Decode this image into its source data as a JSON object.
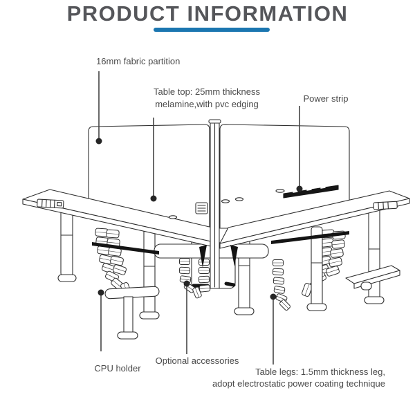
{
  "header": {
    "title": "PRODUCT INFORMATION",
    "title_color": "#55565a",
    "underline_color": "#1b76b0"
  },
  "diagram": {
    "subject": "height-adjustable office workstation cluster line drawing",
    "stroke_color": "#2f2f2f",
    "dark_fill_color": "#141414",
    "callout_dot_color": "#262626",
    "callouts": [
      {
        "id": "fabric-partition",
        "label": "16mm fabric partition"
      },
      {
        "id": "table-top",
        "label_line1": "Table top: 25mm thickness",
        "label_line2": "melamine,with pvc edging"
      },
      {
        "id": "power-strip",
        "label": "Power strip"
      },
      {
        "id": "cpu-holder",
        "label": "CPU holder"
      },
      {
        "id": "optional-accessories",
        "label": "Optional accessories"
      },
      {
        "id": "table-legs",
        "label_line1": "Table legs: 1.5mm thickness leg,",
        "label_line2": "adopt electrostatic power coating technique"
      }
    ]
  }
}
